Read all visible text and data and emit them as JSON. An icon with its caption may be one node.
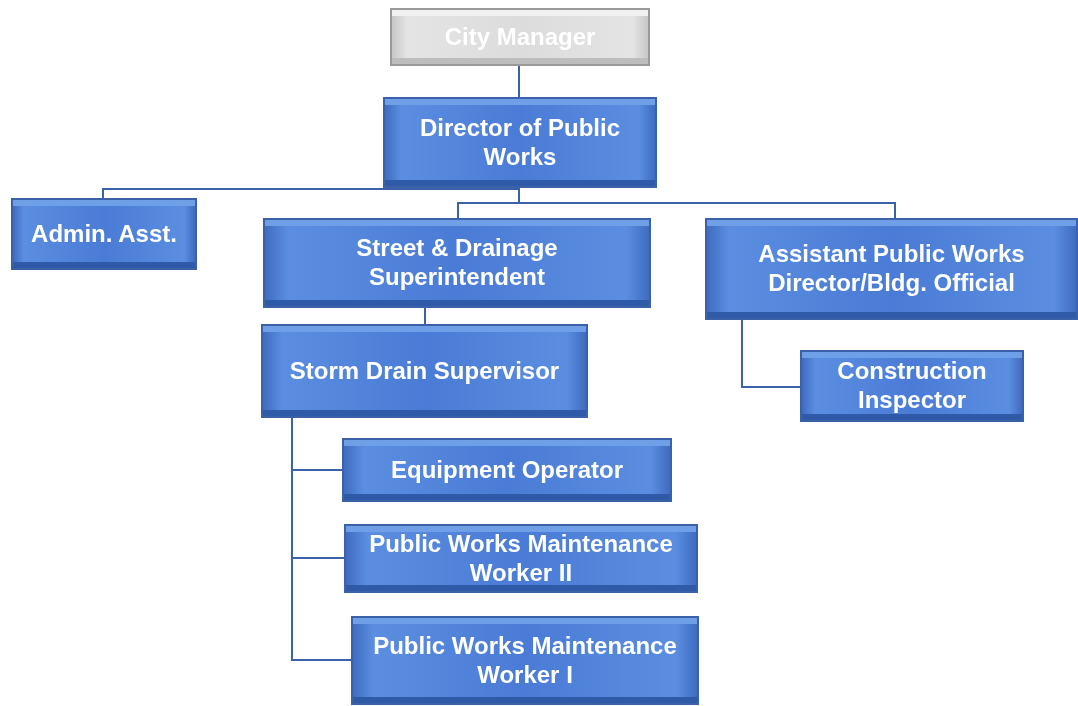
{
  "diagram": {
    "nodes": [
      {
        "text": [
          "City Manager"
        ]
      },
      {
        "text": [
          "Director of Public Works"
        ]
      },
      {
        "text": [
          "Admin. Asst."
        ]
      },
      {
        "text": [
          "Street & Drainage Superintendent"
        ]
      },
      {
        "text": [
          "Assistant Public Works Director/Bldg. Official"
        ]
      },
      {
        "text": [
          "Storm Drain Supervisor"
        ]
      },
      {
        "text": [
          "Construction Inspector"
        ]
      },
      {
        "text": [
          "Equipment Operator"
        ]
      },
      {
        "text": [
          "Public Works Maintenance Worker II"
        ]
      },
      {
        "text": [
          "Public Works Maintenance Worker I"
        ]
      }
    ],
    "edges": [
      {
        "from": 0,
        "to": 1,
        "arrow": "none"
      },
      {
        "from": 1,
        "to": 2,
        "arrow": "none"
      },
      {
        "from": 1,
        "to": 3,
        "arrow": "none"
      },
      {
        "from": 1,
        "to": 4,
        "arrow": "none"
      },
      {
        "from": 3,
        "to": 5,
        "arrow": "none"
      },
      {
        "from": 4,
        "to": 6,
        "arrow": "none"
      },
      {
        "from": 5,
        "to": 7,
        "arrow": "none"
      },
      {
        "from": 5,
        "to": 8,
        "arrow": "none"
      },
      {
        "from": 5,
        "to": 9,
        "arrow": "none"
      }
    ]
  }
}
